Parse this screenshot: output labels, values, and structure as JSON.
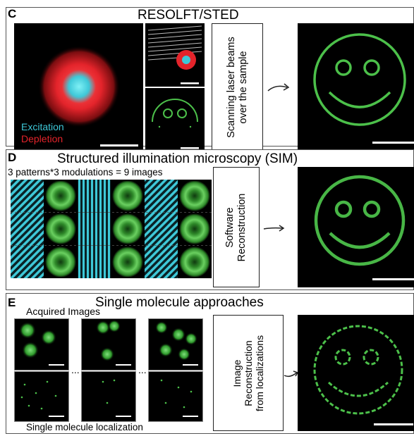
{
  "panel_c": {
    "letter": "C",
    "title": "RESOLFT/STED",
    "legend_excitation": "Excitation",
    "legend_depletion": "Depletion",
    "process_lines": [
      "Scanning laser beams",
      "over the sample"
    ],
    "colors": {
      "excitation": "#3ec8d8",
      "depletion": "#e4242b",
      "fluor": "#4cc04a"
    }
  },
  "panel_d": {
    "letter": "D",
    "title": "Structured illumination microscopy (SIM)",
    "subtitle": "3 patterns*3 modulations  = 9 images",
    "process_lines": [
      "Software",
      "Reconstruction"
    ]
  },
  "panel_e": {
    "letter": "E",
    "title": "Single molecule approaches",
    "acquired_label": "Acquired Images",
    "localization_label": "Single molecule localization",
    "ellipsis": "...",
    "process_lines": [
      "Image",
      "Reconstruction",
      "from localizations"
    ]
  }
}
